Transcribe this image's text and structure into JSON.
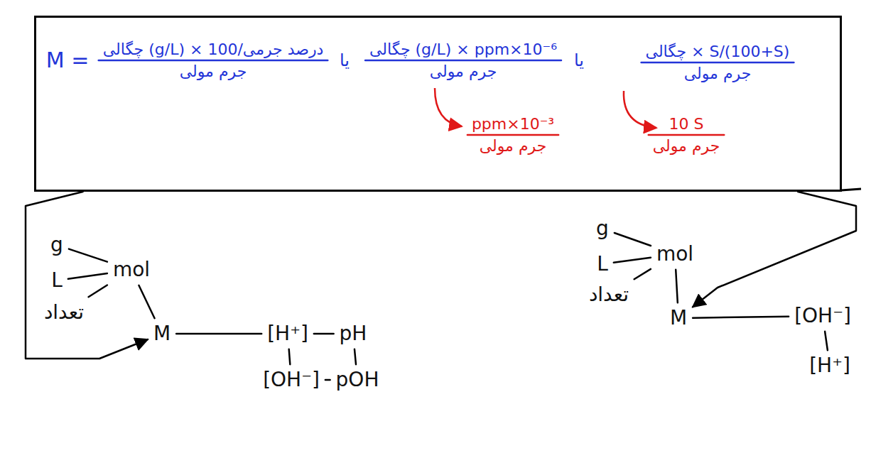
{
  "diagram": {
    "nodes": [
      {
        "text": [
          "M =",
          "چگالی (g/L) × درصد جرمی/100",
          "جرم مولی",
          "یا",
          "چگالی (g/L) × ppm×10⁻⁶",
          "جرم مولی",
          "یا",
          "چگالی × S/(100+S)",
          "جرم مولی",
          "ppm×10⁻³",
          "جرم مولی",
          "10 S",
          "جرم مولی"
        ]
      },
      {
        "text": [
          "g"
        ]
      },
      {
        "text": [
          "L"
        ]
      },
      {
        "text": [
          "تعداد"
        ]
      },
      {
        "text": [
          "mol"
        ]
      },
      {
        "text": [
          "M"
        ]
      },
      {
        "text": [
          "[H⁺]"
        ]
      },
      {
        "text": [
          "pH"
        ]
      },
      {
        "text": [
          "[OH⁻]"
        ]
      },
      {
        "text": [
          "pOH"
        ]
      },
      {
        "text": [
          "g"
        ]
      },
      {
        "text": [
          "L"
        ]
      },
      {
        "text": [
          "تعداد"
        ]
      },
      {
        "text": [
          "mol"
        ]
      },
      {
        "text": [
          "M"
        ]
      },
      {
        "text": [
          "[OH⁻]"
        ]
      },
      {
        "text": [
          "[H⁺]"
        ]
      }
    ],
    "edges": [
      {
        "from": 1,
        "to": 4,
        "arrow": "none"
      },
      {
        "from": 2,
        "to": 4,
        "arrow": "none"
      },
      {
        "from": 3,
        "to": 4,
        "arrow": "none"
      },
      {
        "from": 4,
        "to": 5,
        "arrow": "none"
      },
      {
        "from": 0,
        "to": 5,
        "arrow": "to"
      },
      {
        "from": 5,
        "to": 6,
        "arrow": "none"
      },
      {
        "from": 6,
        "to": 7,
        "arrow": "none"
      },
      {
        "from": 6,
        "to": 8,
        "arrow": "none"
      },
      {
        "from": 7,
        "to": 9,
        "arrow": "none"
      },
      {
        "from": 8,
        "to": 9,
        "arrow": "none"
      },
      {
        "from": 10,
        "to": 13,
        "arrow": "none"
      },
      {
        "from": 11,
        "to": 13,
        "arrow": "none"
      },
      {
        "from": 12,
        "to": 13,
        "arrow": "none"
      },
      {
        "from": 13,
        "to": 14,
        "arrow": "none"
      },
      {
        "from": 0,
        "to": 14,
        "arrow": "to"
      },
      {
        "from": 14,
        "to": 15,
        "arrow": "none"
      },
      {
        "from": 15,
        "to": 16,
        "arrow": "none"
      }
    ]
  }
}
